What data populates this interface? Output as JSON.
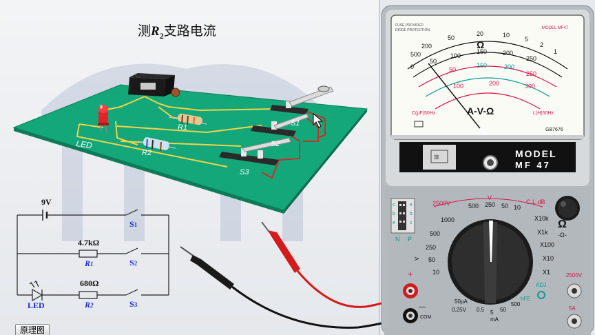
{
  "page": {
    "title_prefix": "测",
    "title_var": "R",
    "title_sub": "2",
    "title_suffix": "支路电流",
    "button_label": "原理图"
  },
  "board": {
    "led_label": "LED",
    "r1_label": "R1",
    "r2_label": "R2",
    "s1_label": "S1",
    "s2_label": "S2",
    "s3_label": "S3"
  },
  "schematic": {
    "battery_label": "9V",
    "r1_value": "4.7kΩ",
    "r1_name": "R",
    "r1_sub": "1",
    "r2_value": "680Ω",
    "r2_name": "R",
    "r2_sub": "2",
    "led_label": "LED",
    "s1_name": "S",
    "s1_sub": "1",
    "s2_name": "S",
    "s2_sub": "2",
    "s3_name": "S",
    "s3_sub": "3"
  },
  "multimeter": {
    "fuse_line1": "FUSE PROVIDED",
    "fuse_line2": "DIODE PROTECTION",
    "model_corner": "MODEL   MF47",
    "scale_omega": "Ω",
    "scale_avo": "A-V-Ω",
    "serial": "GB7676",
    "cap_label": "C(μF)50Hz",
    "induct_label": "L(H)50Hz",
    "model_line1": "MODEL",
    "model_line2": "MF 47",
    "sel_2500v": "2500V",
    "sel_v": "V",
    "sel_cl_db": "C.L.dB",
    "sel_v_ticks": [
      "500",
      "250",
      "50",
      "10"
    ],
    "left_ticks": [
      "1000",
      "500",
      "250",
      "50",
      "10"
    ],
    "ohm_ticks": [
      "X10k",
      "X1k",
      "X100",
      "X10",
      "X1"
    ],
    "bottom_ticks": [
      "50μA",
      "0.25V",
      "0.5",
      "5",
      "50",
      "500"
    ],
    "unit_ma": "mA",
    "adj_label": "ADJ",
    "hfe_label": "hFE",
    "ohm_symbol": "Ω",
    "right_2500v": "2500V",
    "right_5a": "5A",
    "plus_label": "+",
    "minus_label": "—",
    "com_label": "COM",
    "np_n": "N",
    "np_p": "P"
  },
  "colors": {
    "board": "#13a679",
    "meter_body": "#b8bcc0",
    "accent_red": "#e2174a",
    "dial_teal": "#0a9a92",
    "meter_dark": "#0d0d0d"
  }
}
